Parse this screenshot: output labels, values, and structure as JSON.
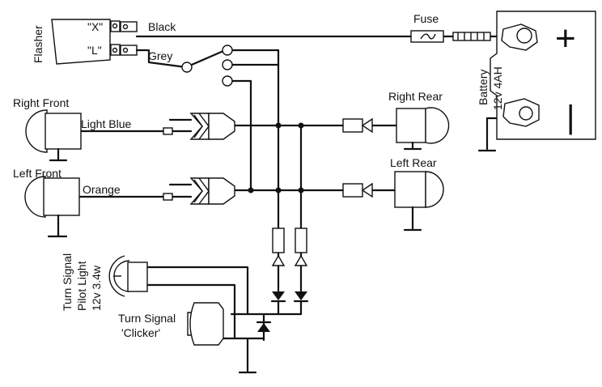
{
  "labels": {
    "flasher": "Flasher",
    "flasher_x": "\"X\"",
    "flasher_l": "\"L\"",
    "black": "Black",
    "grey": "Grey",
    "fuse": "Fuse",
    "battery_line1": "Battery",
    "battery_line2": "12v 4AH",
    "right_front": "Right Front",
    "light_blue": "Light Blue",
    "right_rear": "Right Rear",
    "left_front": "Left Front",
    "orange": "Orange",
    "left_rear": "Left Rear",
    "pilot_line1": "Turn Signal",
    "pilot_line2": "Pilot Light",
    "pilot_line3": "12v 3.4w",
    "clicker_line1": "Turn Signal",
    "clicker_line2": "'Clicker'"
  },
  "symbols": {
    "battery_positive": "+",
    "battery_negative": "|"
  },
  "wire_color": "#111111",
  "background": "#ffffff"
}
